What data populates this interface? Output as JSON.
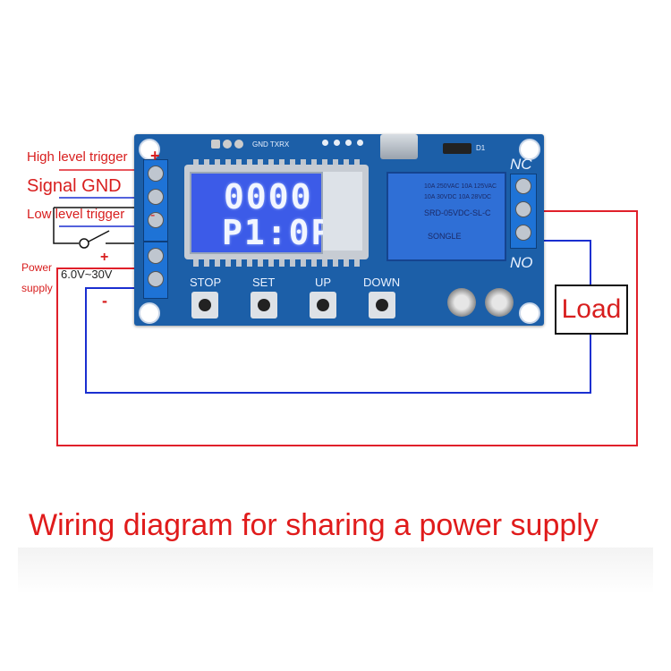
{
  "labels": {
    "high_level_trigger": "High level trigger",
    "high_plus": "+",
    "signal_gnd": "Signal GND",
    "low_level_trigger": "Low level trigger",
    "low_minus": "-",
    "power_supply_line1": "Power",
    "power_supply_line2": "supply",
    "voltage_range": "6.0V~30V",
    "power_plus": "+",
    "power_minus": "-"
  },
  "board": {
    "lcd_top": "0000",
    "lcd_bottom": "P1:0P",
    "pin_header": "GND TXRX",
    "d1": "D1",
    "nc": "NC",
    "no": "NO",
    "buttons": [
      {
        "label": "STOP"
      },
      {
        "label": "SET"
      },
      {
        "label": "UP"
      },
      {
        "label": "DOWN"
      }
    ],
    "relay_text": [
      "10A 250VAC 10A 125VAC",
      "10A 30VDC 10A 28VDC",
      "SRD-05VDC-SL-C",
      "SONGLE"
    ]
  },
  "load": "Load",
  "caption": "Wiring diagram for sharing a power supply",
  "colors": {
    "board": "#1c5fa8",
    "wire_red": "#e0202a",
    "wire_blue": "#1a2fd0",
    "lcd": "#3c5be8",
    "caption": "#e01b1b"
  }
}
